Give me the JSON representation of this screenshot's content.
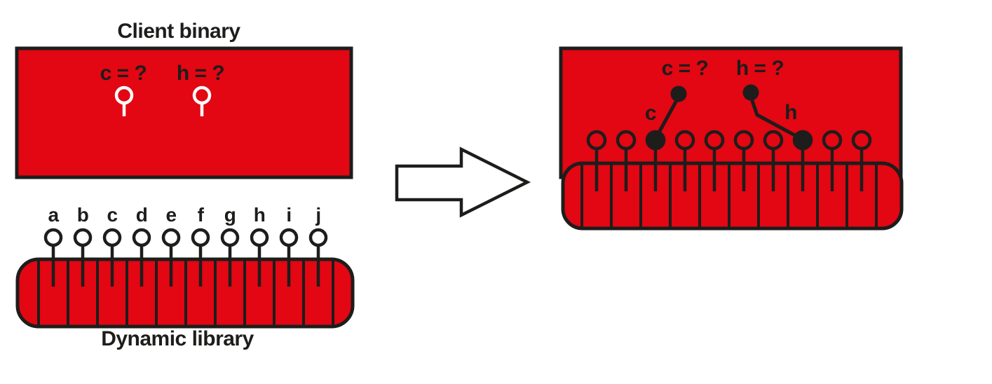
{
  "left_diagram": {
    "title": "Client binary",
    "unresolved_symbols": [
      "c = ?",
      "h = ?"
    ],
    "library_label": "Dynamic library",
    "library_symbols": [
      "a",
      "b",
      "c",
      "d",
      "e",
      "f",
      "g",
      "h",
      "i",
      "j"
    ]
  },
  "right_diagram": {
    "unresolved_symbols": [
      "c = ?",
      "h = ?"
    ],
    "bound_symbol_labels": [
      "c",
      "h"
    ]
  },
  "colors": {
    "red": "#e30613",
    "ink": "#1d1d1b",
    "white": "#ffffff"
  }
}
